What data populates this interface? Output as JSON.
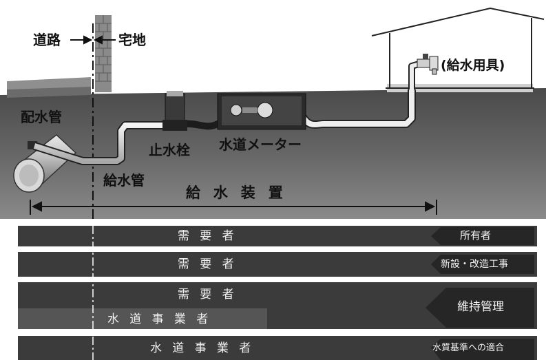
{
  "labels": {
    "road": "道路",
    "property": "宅地",
    "distribution_main": "配水管",
    "service_pipe": "給水管",
    "stop_valve": "止水栓",
    "water_meter": "水道メーター",
    "fixture": "(給水用具)",
    "installation": "給水装置"
  },
  "rows": {
    "owner": {
      "label": "需要者",
      "tag": "所有者"
    },
    "construction": {
      "label": "需要者",
      "tag": "新設・改造工事"
    },
    "maintenance": {
      "label_top": "需要者",
      "label_bottom": "水道事業者",
      "tag": "維持管理"
    },
    "quality": {
      "label": "水道事業者",
      "tag": "水質基準への適合"
    }
  },
  "colors": {
    "bar_dark": "#3b3b3b",
    "bar_mid": "#4e4e4e",
    "ground": "#5a5a5a",
    "sky": "#ffffff"
  }
}
